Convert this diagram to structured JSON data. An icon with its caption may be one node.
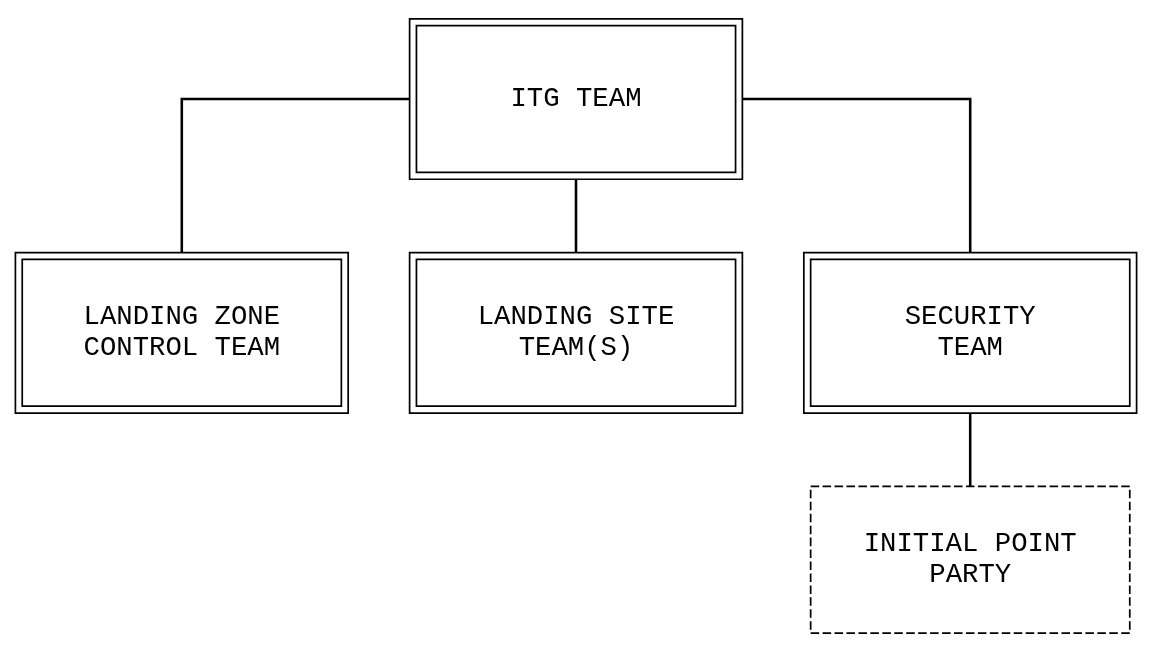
{
  "diagram": {
    "nodes": [
      {
        "text": [
          "ITG TEAM"
        ]
      },
      {
        "text": [
          "LANDING ZONE CONTROL TEAM"
        ]
      },
      {
        "text": [
          "LANDING SITE TEAM(S)"
        ]
      },
      {
        "text": [
          "SECURITY TEAM"
        ]
      },
      {
        "text": [
          "INITIAL POINT PARTY"
        ]
      }
    ],
    "edges": [
      {
        "from": 0,
        "to": 1,
        "arrow": "none"
      },
      {
        "from": 0,
        "to": 2,
        "arrow": "none"
      },
      {
        "from": 0,
        "to": 3,
        "arrow": "none"
      },
      {
        "from": 3,
        "to": 4,
        "arrow": "none"
      }
    ]
  }
}
